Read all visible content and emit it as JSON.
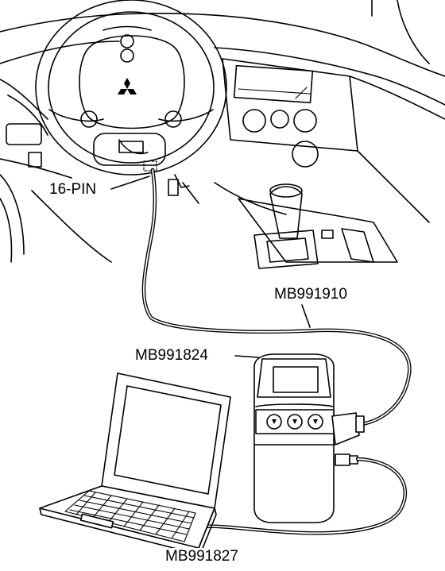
{
  "labels": {
    "connector": "16-PIN",
    "cable": "MB991910",
    "interface": "MB991824",
    "usb_cable": "MB991827"
  }
}
